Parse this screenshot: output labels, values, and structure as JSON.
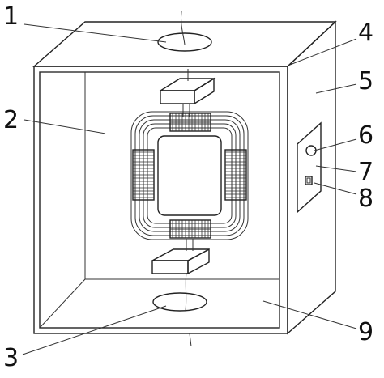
{
  "labels": [
    {
      "id": "1",
      "text": "1"
    },
    {
      "id": "2",
      "text": "2"
    },
    {
      "id": "3",
      "text": "3"
    },
    {
      "id": "4",
      "text": "4"
    },
    {
      "id": "5",
      "text": "5"
    },
    {
      "id": "6",
      "text": "6"
    },
    {
      "id": "7",
      "text": "7"
    },
    {
      "id": "8",
      "text": "8"
    },
    {
      "id": "9",
      "text": "9"
    }
  ],
  "colors": {
    "line": "#222222",
    "background": "#ffffff"
  }
}
